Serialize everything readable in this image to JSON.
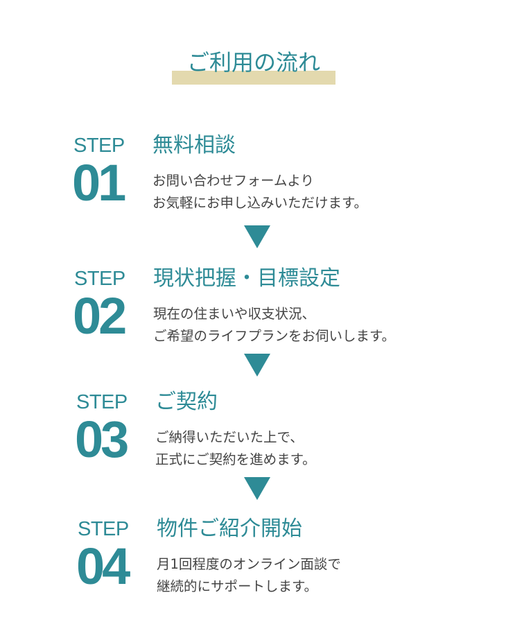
{
  "heading": "ご利用の流れ",
  "colors": {
    "accent": "#2e8b96",
    "underline": "#e3d9ae",
    "text": "#444444"
  },
  "steps": [
    {
      "label": "STEP",
      "number": "01",
      "title": "無料相談",
      "desc": [
        "お問い合わせフォームより",
        "お気軽にお申し込みいただけます。"
      ]
    },
    {
      "label": "STEP",
      "number": "02",
      "title": "現状把握・目標設定",
      "desc": [
        "現在の住まいや収支状況、",
        "ご希望のライフプランをお伺いします。"
      ]
    },
    {
      "label": "STEP",
      "number": "03",
      "title": "ご契約",
      "desc": [
        "ご納得いただいた上で、",
        "正式にご契約を進めます。"
      ]
    },
    {
      "label": "STEP",
      "number": "04",
      "title": "物件ご紹介開始",
      "desc": [
        "月1回程度のオンライン面談で",
        "継続的にサポートします。"
      ]
    }
  ]
}
